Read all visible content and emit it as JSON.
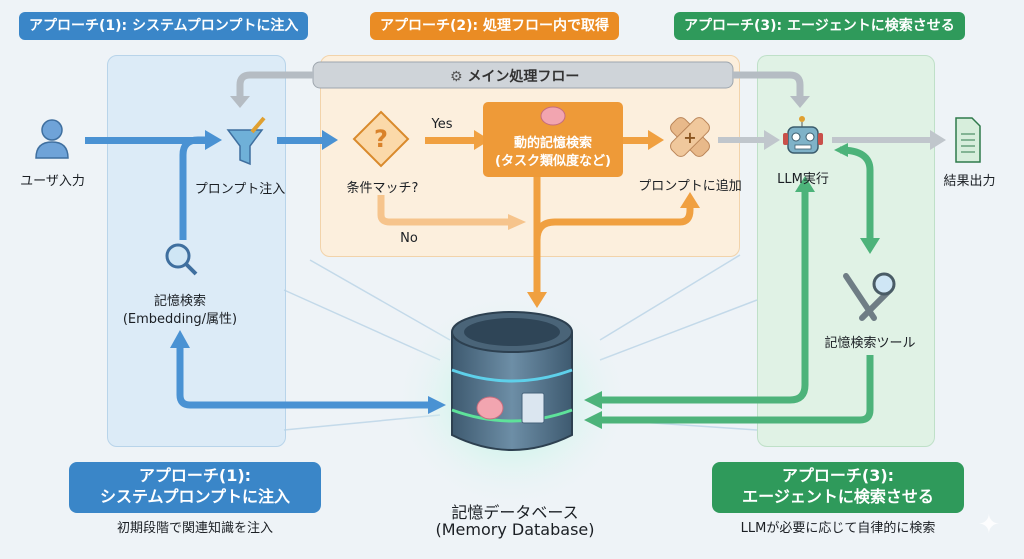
{
  "top_pills": [
    {
      "label": "アプローチ(1): システムプロンプトに注入",
      "color": "#3a86c8"
    },
    {
      "label": "アプローチ(2): 処理フロー内で取得",
      "color": "#ea8c24"
    },
    {
      "label": "アプローチ(3): エージェントに検索させる",
      "color": "#2f9a5b"
    }
  ],
  "main_flow": {
    "label": "メイン処理フロー",
    "icon": "gear-icon"
  },
  "nodes": {
    "user_input": {
      "label": "ユーザ入力",
      "icon": "user-icon"
    },
    "prompt_inject": {
      "label": "プロンプト注入",
      "icon": "funnel-pencil-icon"
    },
    "memory_search": {
      "label": "記憶検索",
      "sublabel": "(Embedding/属性)",
      "icon": "magnifier-icon"
    },
    "condition": {
      "label": "条件マッチ?",
      "icon": "question-diamond-icon"
    },
    "dynamic_search": {
      "label": "動的記憶検索",
      "sublabel": "(タスク類似度など)",
      "icon": "brain-icon"
    },
    "add_prompt": {
      "label": "プロンプトに追加",
      "icon": "bandage-plus-icon"
    },
    "llm_exec": {
      "label": "LLM実行",
      "icon": "robot-icon"
    },
    "result_output": {
      "label": "結果出力",
      "icon": "document-icon"
    },
    "memory_tool": {
      "label": "記憶検索ツール",
      "icon": "wrench-magnifier-icon"
    },
    "database": {
      "label": "記憶データベース",
      "sublabel": "(Memory Database)",
      "icon": "database-icon"
    }
  },
  "edge_labels": {
    "yes": "Yes",
    "no": "No"
  },
  "bottom_boxes": [
    {
      "title_line1": "アプローチ(1):",
      "title_line2": "システムプロンプトに注入",
      "caption": "初期段階で関連知識を注入",
      "color": "#3a86c8"
    },
    {
      "title_line1": "アプローチ(3):",
      "title_line2": "エージェントに検索させる",
      "caption": "LLMが必要に応じて自律的に検索",
      "color": "#2f9a5b"
    }
  ]
}
